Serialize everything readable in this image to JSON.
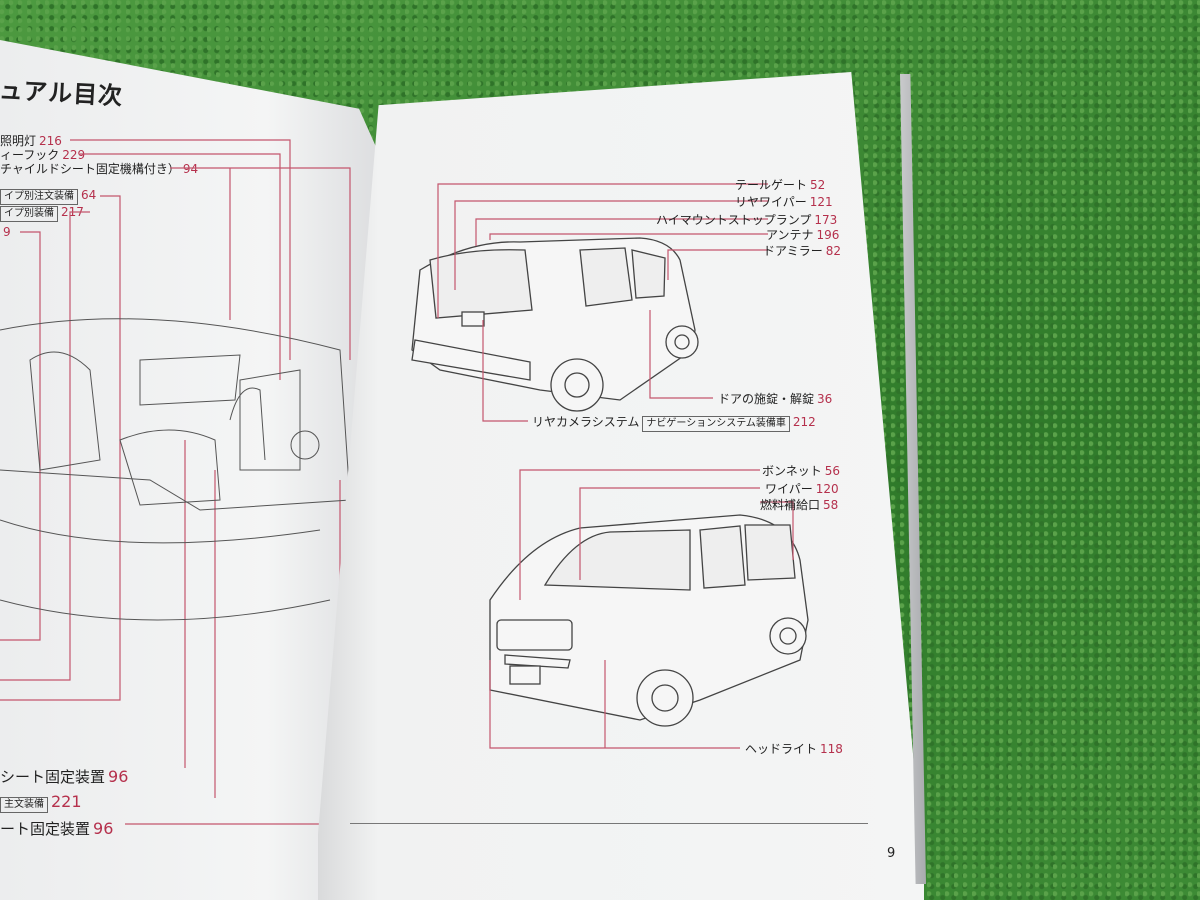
{
  "left_page": {
    "title": "ュアル目次",
    "labels": [
      {
        "text": "照明灯",
        "num": "216"
      },
      {
        "text": "ィーフック",
        "num": "229"
      },
      {
        "text": "チャイルドシート固定機構付き）",
        "num": "94"
      },
      {
        "text": "イプ別注文装備",
        "num": "64"
      },
      {
        "text": "イプ別装備",
        "num": "217"
      },
      {
        "text": "",
        "num": "9"
      },
      {
        "text": "シート固定装置",
        "num": "96"
      },
      {
        "text": "主文装備",
        "num": "221"
      },
      {
        "text": "ート固定装置",
        "num": "96"
      }
    ]
  },
  "right_page": {
    "rear_labels": [
      {
        "text": "テールゲート",
        "num": "52"
      },
      {
        "text": "リヤワイパー",
        "num": "121"
      },
      {
        "text": "ハイマウントストップランプ",
        "num": "173"
      },
      {
        "text": "アンテナ",
        "num": "196"
      },
      {
        "text": "ドアミラー",
        "num": "82"
      },
      {
        "text": "ドアの施錠・解錠",
        "num": "36"
      },
      {
        "text": "リヤカメラシステム",
        "boxed": "ナビゲーションシステム装備車",
        "num": "212"
      }
    ],
    "front_labels": [
      {
        "text": "ボンネット",
        "num": "56"
      },
      {
        "text": "ワイパー",
        "num": "120"
      },
      {
        "text": "燃料補給口",
        "num": "58"
      },
      {
        "text": "ヘッドライト",
        "num": "118"
      }
    ],
    "page_number": "9"
  },
  "colors": {
    "accent": "#b5304c",
    "grass": "#3f8a36",
    "paper": "#f3f4f4"
  }
}
